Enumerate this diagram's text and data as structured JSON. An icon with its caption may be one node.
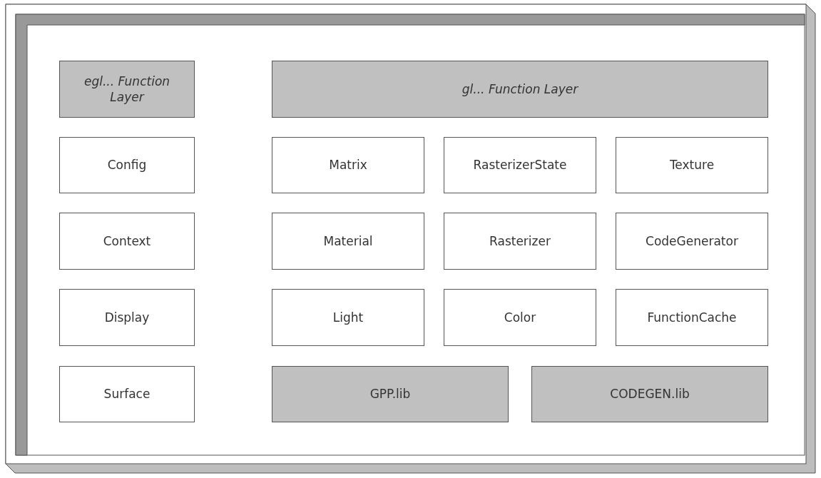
{
  "diagram": {
    "nodes": [
      {
        "text": [
          "egl... Function Layer"
        ]
      },
      {
        "text": [
          "gl... Function Layer"
        ]
      },
      {
        "text": [
          "Config"
        ]
      },
      {
        "text": [
          "Matrix"
        ]
      },
      {
        "text": [
          "RasterizerState"
        ]
      },
      {
        "text": [
          "Texture"
        ]
      },
      {
        "text": [
          "Context"
        ]
      },
      {
        "text": [
          "Material"
        ]
      },
      {
        "text": [
          "Rasterizer"
        ]
      },
      {
        "text": [
          "CodeGenerator"
        ]
      },
      {
        "text": [
          "Display"
        ]
      },
      {
        "text": [
          "Light"
        ]
      },
      {
        "text": [
          "Color"
        ]
      },
      {
        "text": [
          "FunctionCache"
        ]
      },
      {
        "text": [
          "Surface"
        ]
      },
      {
        "text": [
          "GPP.lib"
        ]
      },
      {
        "text": [
          "CODEGEN.lib"
        ]
      }
    ]
  }
}
